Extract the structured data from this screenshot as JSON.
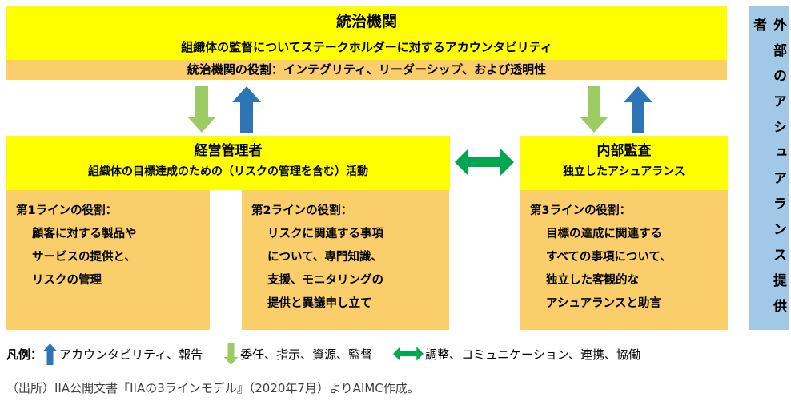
{
  "diagram": {
    "governing_body": {
      "title": "統治機関",
      "subtitle": "組織体の監督についてステークホルダーに対するアカウンタビリティ",
      "role_bar": "統治機関の役割：インテグリティ、リーダーシップ、および透明性"
    },
    "management": {
      "title": "経営管理者",
      "subtitle": "組織体の目標達成のための（リスクの管理を含む）活動"
    },
    "internal_audit": {
      "title": "内部監査",
      "subtitle": "独立したアシュアランス"
    },
    "external_assurance": {
      "label": "外部のアシュアランス提供者"
    },
    "lines": [
      {
        "title": "第1ラインの役割：",
        "lines": [
          "顧客に対する製品や",
          "サービスの提供と、",
          "リスクの管理"
        ]
      },
      {
        "title": "第2ラインの役割：",
        "lines": [
          "リスクに関連する事項",
          "について、専門知識、",
          "支援、モニタリングの",
          "提供と異議申し立て"
        ]
      },
      {
        "title": "第3ラインの役割：",
        "lines": [
          "目標の達成に関連する",
          "すべての事項について、",
          "独立した客観的な",
          "アシュアランスと助言"
        ]
      }
    ],
    "arrow_icons": [
      "down-arrow-icon",
      "up-arrow-icon",
      "double-arrow-icon"
    ]
  },
  "legend": {
    "label": "凡例：",
    "items": [
      {
        "icon": "up-arrow-icon",
        "color": "#2E75B6",
        "text": "アカウンタビリティ、報告"
      },
      {
        "icon": "down-arrow-icon",
        "color": "#9DCB63",
        "text": "委任、指示、資源、監督"
      },
      {
        "icon": "double-arrow-icon",
        "color": "#00A650",
        "text": "調整、コミュニケーション、連携、協働"
      }
    ]
  },
  "source": "（出所）IIA公開文書『IIAの3ラインモデル』（2020年7月）よりAIMC作成。",
  "colors": {
    "box_yellow": "#FFFF00",
    "box_orange": "#F9CE6B",
    "strip_blue": "#A2C8E8",
    "arrow_blue": "#2E75B6",
    "arrow_light_green": "#9DCB63",
    "arrow_dark_green": "#00A650"
  }
}
